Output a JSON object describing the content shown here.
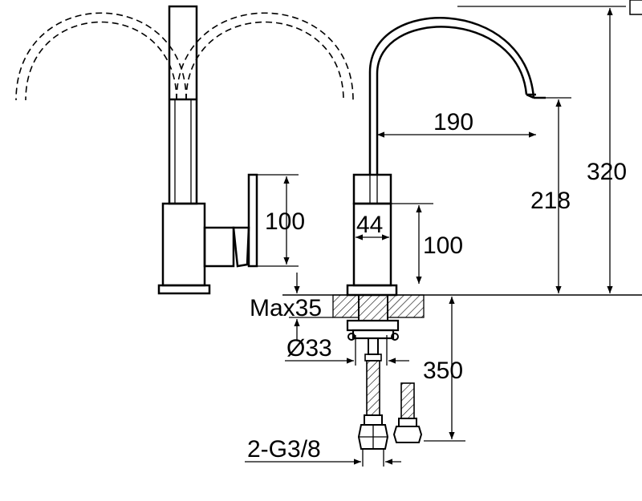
{
  "dimensions": {
    "spout_reach": "190",
    "total_height": "320",
    "spout_height": "218",
    "lever_height": "100",
    "body_height": "100",
    "body_width": "44",
    "max_deck": "Max35",
    "hole_diameter": "Ø33",
    "hose_length": "350",
    "connection": "2-G3/8"
  },
  "colors": {
    "line": "#000000",
    "background": "#ffffff"
  }
}
